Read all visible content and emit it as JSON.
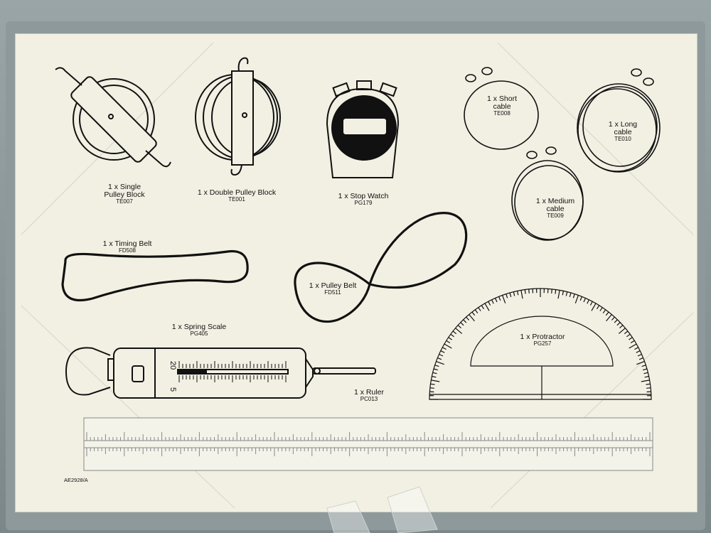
{
  "items": [
    {
      "name": "1 x Single\nPulley Block",
      "code": "TE007"
    },
    {
      "name": "1 x Double Pulley Block",
      "code": "TE001"
    },
    {
      "name": "1 x Stop Watch",
      "code": "PG179"
    },
    {
      "name": "1 x Short\ncable",
      "code": "TE008"
    },
    {
      "name": "1 x Long\ncable",
      "code": "TE010"
    },
    {
      "name": "1 x Medium\ncable",
      "code": "TE009"
    },
    {
      "name": "1 x  Timing Belt",
      "code": "FD508"
    },
    {
      "name": "1 x  Pulley Belt",
      "code": "FD511"
    },
    {
      "name": "1 x  Spring Scale",
      "code": "PG405"
    },
    {
      "name": "1 x  Ruler",
      "code": "PC013"
    },
    {
      "name": "1 x Protractor",
      "code": "PG257"
    }
  ],
  "scale_marks": {
    "top": "20",
    "bottom": "5"
  },
  "sheet_code": "AE2928/A",
  "colors": {
    "sheet": "#f2f0e3",
    "ink": "#111111",
    "frame": "#8e999b"
  }
}
